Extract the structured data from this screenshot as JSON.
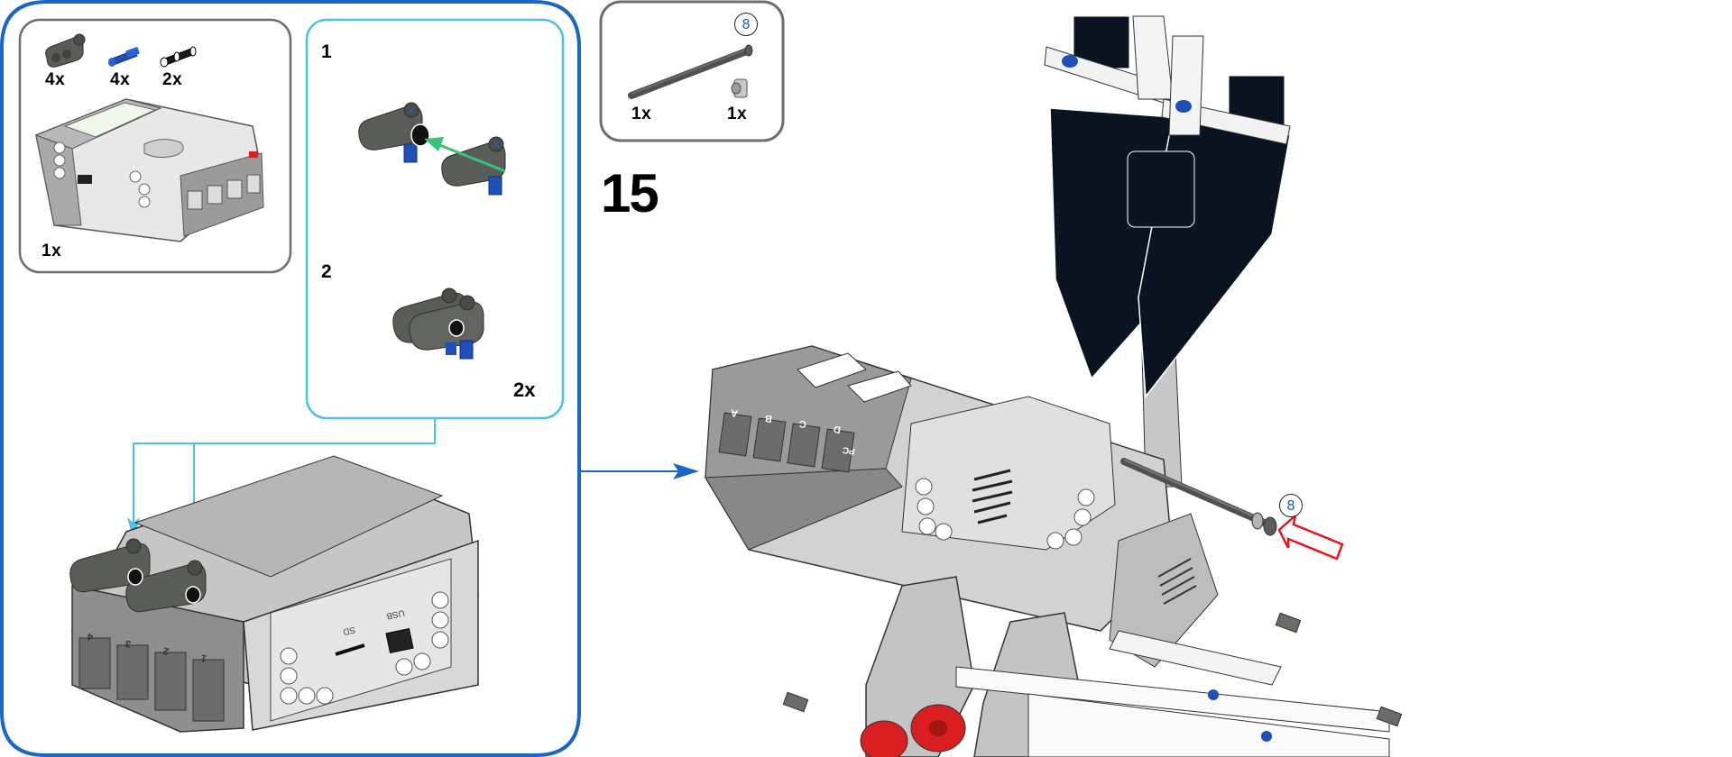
{
  "page": {
    "type": "building-instructions",
    "colors": {
      "submodel_frame": "#1a66c4",
      "substep_frame": "#4fc0e6",
      "parts_frame": "#6e6e6e",
      "insert_arrow": "#e8141c",
      "move_arrow": "#37c47a",
      "part_dark_grey": "#5a5c58",
      "part_blue": "#1f4fb8",
      "part_black": "#0a1420",
      "part_red": "#d81e1e",
      "part_light_grey": "#c8c8c8"
    }
  },
  "submodel": {
    "parts_list": {
      "items": [
        {
          "name": "pin-connector-perpendicular",
          "qty": "4x",
          "color": "dark-grey"
        },
        {
          "name": "axle-pin-with-friction",
          "qty": "4x",
          "color": "blue"
        },
        {
          "name": "pin-long-with-friction",
          "qty": "2x",
          "color": "black"
        },
        {
          "name": "ev3-intelligent-brick",
          "qty": "1x",
          "color": "white"
        }
      ]
    },
    "substeps": [
      {
        "number": "1"
      },
      {
        "number": "2",
        "multiplier": "2x"
      }
    ],
    "brick": {
      "port_labels": [
        "4",
        "3",
        "2",
        "1"
      ],
      "usb_label": "USB",
      "sd_label": "SD"
    }
  },
  "step": {
    "number": "15",
    "parts_list": {
      "items": [
        {
          "name": "axle-8",
          "qty": "1x",
          "length_badge": "8",
          "color": "dark-grey"
        },
        {
          "name": "bush",
          "qty": "1x",
          "color": "light-grey"
        }
      ]
    },
    "model": {
      "motor_port_labels": [
        "A",
        "B",
        "C",
        "D"
      ],
      "pc_label": "PC",
      "axle_length_callout": "8"
    }
  }
}
